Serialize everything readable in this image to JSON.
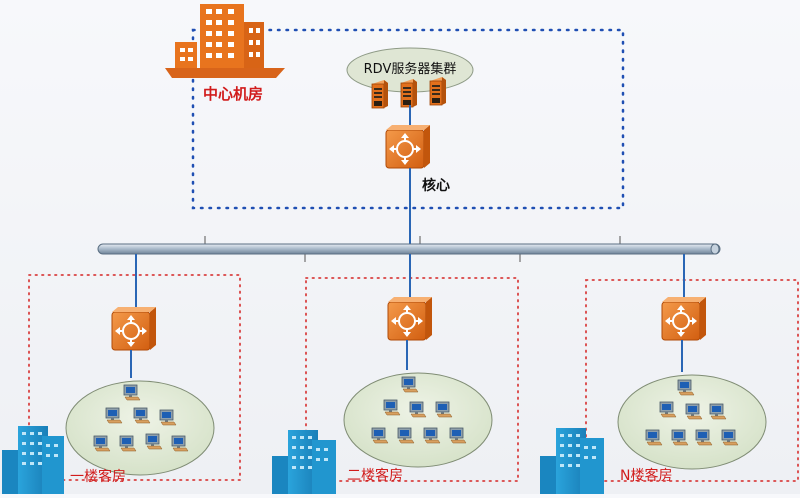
{
  "datacenter": {
    "label": "中心机房",
    "cluster_label": "RDV服务器集群",
    "core_label": "核心"
  },
  "rooms": [
    {
      "label": "一楼客房"
    },
    {
      "label": "二楼客房"
    },
    {
      "label": "N楼客房"
    }
  ],
  "colors": {
    "switch": "#e8741e",
    "building_orange": "#e8741e",
    "building_blue": "#2b9fd6",
    "label_red": "#d11c1c",
    "link_blue": "#2a66b5",
    "dot_border_blue": "#1f4fb3",
    "dot_border_red": "#d94040",
    "ellipse_fill": "#dfe8d3"
  },
  "icons": {
    "switch": "switch-icon",
    "server": "server-icon",
    "pc": "computer-icon",
    "building": "building-icon"
  }
}
